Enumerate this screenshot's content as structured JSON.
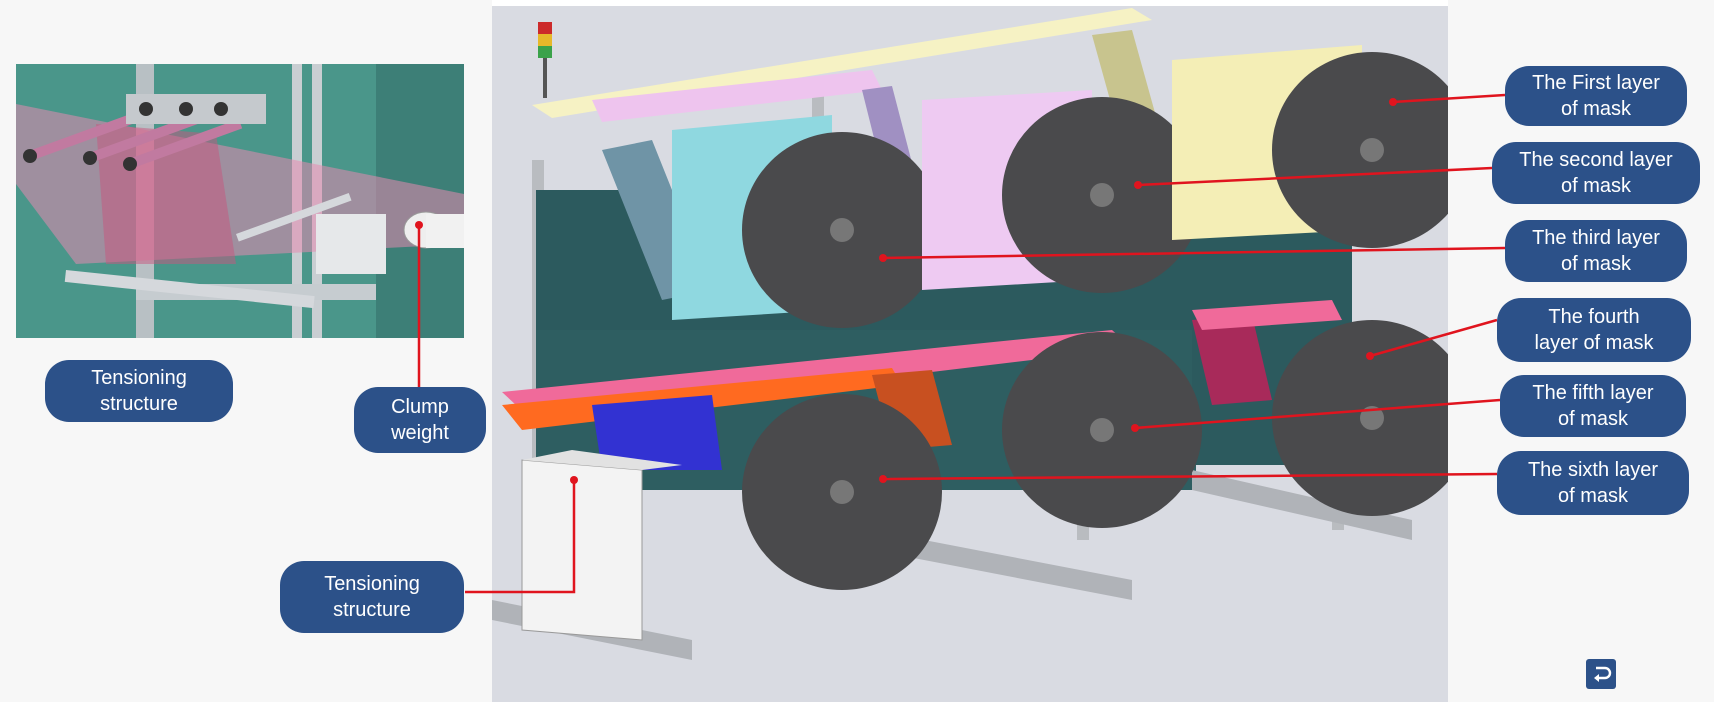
{
  "labels": {
    "tensioning_inset": "Tensioning\nstructure",
    "clump_weight": "Clump\nweight",
    "tensioning_main": "Tensioning\nstructure",
    "layer1": "The First layer\nof  mask",
    "layer2": "The second  layer\nof mask",
    "layer3": "The third layer\nof  mask",
    "layer4": "The fourth\nlayer of mask",
    "layer5": "The fifth layer\nof  mask",
    "layer6": "The sixth layer\nof  mask"
  },
  "colors": {
    "label_bg": "#2c5189",
    "label_text": "#ffffff",
    "leader_line": "#e0141e",
    "render_bg": "#d9dbe2",
    "roll": "#4a4a4c",
    "panel": "#2c5a5e"
  },
  "icons": {
    "back": "return-arrow-icon"
  }
}
